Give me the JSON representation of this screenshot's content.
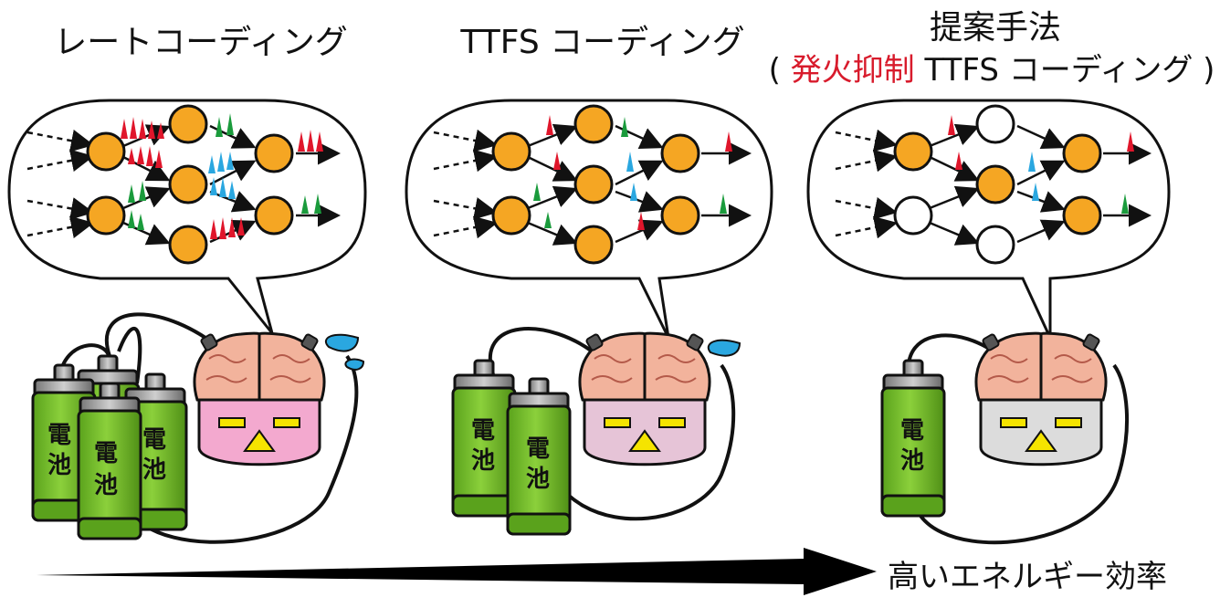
{
  "titles": {
    "rate": "レートコーディング",
    "ttfs": "TTFS コーディング",
    "proposed_line1": "提案手法",
    "proposed_open": "( ",
    "proposed_highlight": "発火抑制",
    "proposed_rest": " TTFS コーディング )"
  },
  "battery_label_line1": "電",
  "battery_label_line2": "池",
  "efficiency_label": "高いエネルギー効率",
  "colors": {
    "neuron_active": "#f5a623",
    "neuron_inactive": "#ffffff",
    "spike_red": "#e0162b",
    "spike_green": "#1a9b3c",
    "spike_blue": "#2aa7e0",
    "battery_body": "#7dc32e",
    "brain": "#f2b39c",
    "robot_rate": "#f3a9cf",
    "robot_ttfs": "#e6c4d7",
    "robot_proposed": "#dcdcdc",
    "accent_red": "#d81b2c"
  },
  "panels": [
    {
      "id": "rate",
      "battery_count": 4,
      "sweat_drops": 2
    },
    {
      "id": "ttfs",
      "battery_count": 2,
      "sweat_drops": 1
    },
    {
      "id": "proposed",
      "battery_count": 1,
      "sweat_drops": 0
    }
  ]
}
